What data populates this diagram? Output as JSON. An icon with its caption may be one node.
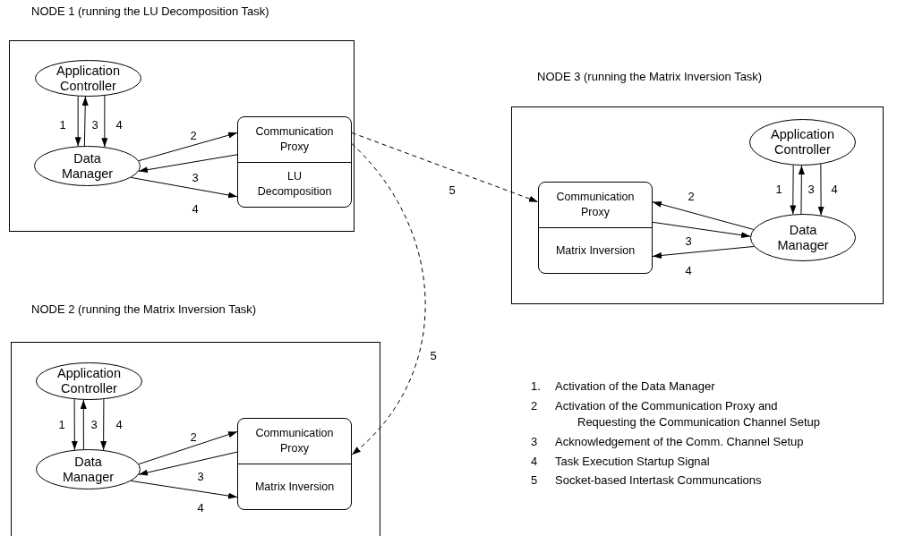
{
  "diagram": {
    "nodes": [
      {
        "text": [
          "NODE 1 (running the LU Decomposition Task)"
        ]
      },
      {
        "text": [
          "Application Controller"
        ],
        "in": 0
      },
      {
        "text": [
          "Data Manager"
        ],
        "in": 0
      },
      {
        "text": [
          "Communication Proxy",
          "LU Decomposition"
        ],
        "in": 0
      },
      {
        "text": [
          "NODE 3 (running the Matrix Inversion Task)"
        ]
      },
      {
        "text": [
          "Communication Proxy",
          "Matrix Inversion"
        ],
        "in": 4
      },
      {
        "text": [
          "Application Controller"
        ],
        "in": 4
      },
      {
        "text": [
          "Data Manager"
        ],
        "in": 4
      },
      {
        "text": [
          "NODE 2 (running the Matrix Inversion Task)"
        ]
      },
      {
        "text": [
          "Application Controller"
        ],
        "in": 8
      },
      {
        "text": [
          "Data Manager"
        ],
        "in": 8
      },
      {
        "text": [
          "Communication Proxy",
          "Matrix Inversion"
        ],
        "in": 8
      }
    ],
    "edges": [
      {
        "from": 1,
        "to": 2,
        "arrow": "to",
        "label": "1"
      },
      {
        "from": 2,
        "to": 1,
        "arrow": "to",
        "label": "3"
      },
      {
        "from": 1,
        "to": 2,
        "arrow": "to",
        "label": "4"
      },
      {
        "from": 2,
        "to": 3,
        "arrow": "to",
        "label": "2"
      },
      {
        "from": 3,
        "to": 2,
        "arrow": "to",
        "label": "3"
      },
      {
        "from": 2,
        "to": 3,
        "arrow": "to",
        "label": "4"
      },
      {
        "from": 6,
        "to": 7,
        "arrow": "to",
        "label": "1"
      },
      {
        "from": 7,
        "to": 6,
        "arrow": "to",
        "label": "3"
      },
      {
        "from": 6,
        "to": 7,
        "arrow": "to",
        "label": "4"
      },
      {
        "from": 7,
        "to": 5,
        "arrow": "to",
        "label": "2"
      },
      {
        "from": 5,
        "to": 7,
        "arrow": "to",
        "label": "3"
      },
      {
        "from": 7,
        "to": 5,
        "arrow": "to",
        "label": "4"
      },
      {
        "from": 9,
        "to": 10,
        "arrow": "to",
        "label": "1"
      },
      {
        "from": 10,
        "to": 9,
        "arrow": "to",
        "label": "3"
      },
      {
        "from": 9,
        "to": 10,
        "arrow": "to",
        "label": "4"
      },
      {
        "from": 10,
        "to": 11,
        "arrow": "to",
        "label": "2"
      },
      {
        "from": 11,
        "to": 10,
        "arrow": "to",
        "label": "3"
      },
      {
        "from": 10,
        "to": 11,
        "arrow": "to",
        "label": "4"
      },
      {
        "from": 3,
        "to": 5,
        "arrow": "to",
        "label": "5",
        "style": "dashed"
      },
      {
        "from": 3,
        "to": 11,
        "arrow": "to",
        "label": "5",
        "style": "dashed"
      }
    ],
    "labels": [
      "1.",
      "Activation of the Data Manager",
      "2",
      "Activation of the Communication Proxy and Requesting the Communication Channel Setup",
      "3",
      "Acknowledgement of the Comm. Channel Setup",
      "4",
      "Task Execution Startup Signal",
      "5",
      "Socket-based Intertask Communcations"
    ]
  }
}
